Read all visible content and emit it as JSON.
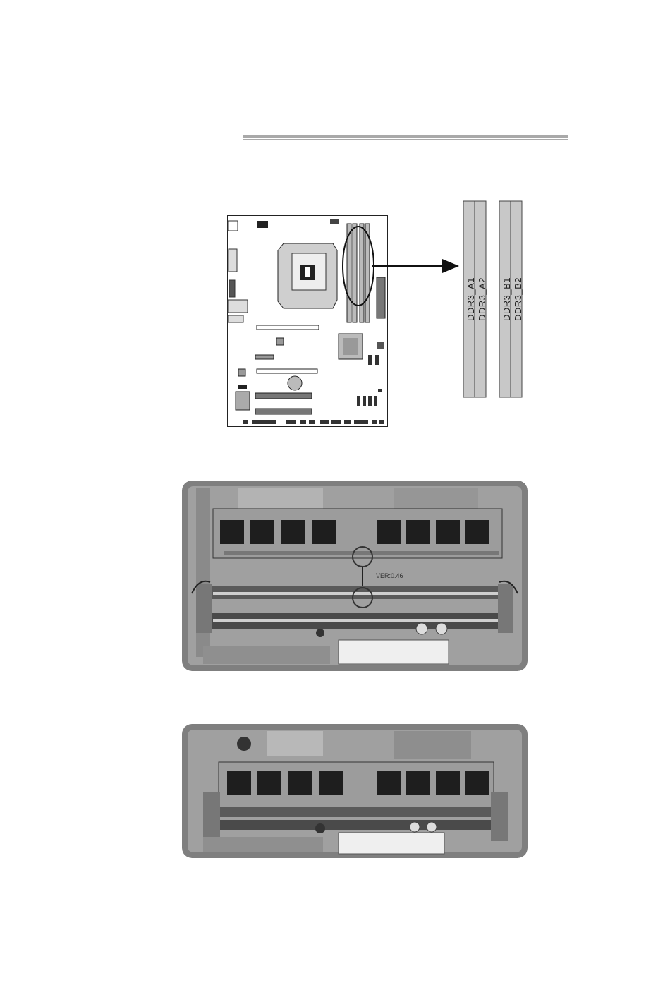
{
  "slot_labels": [
    "DDR3_A1",
    "DDR3_A2",
    "DDR3_B1",
    "DDR3_B2"
  ],
  "board_revision": "VER:0.46",
  "colors": {
    "rule": "#a9a9a9",
    "ink": "#111111",
    "slot_fill": "#c8c8c8"
  }
}
